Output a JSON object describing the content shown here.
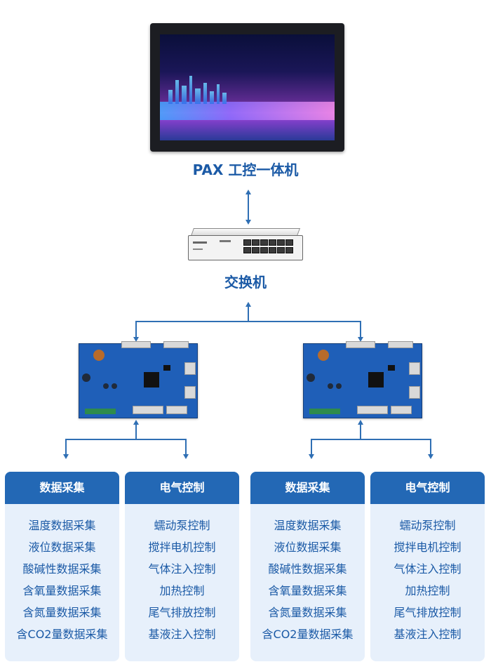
{
  "top_device": {
    "label": "PAX 工控一体机"
  },
  "switch": {
    "label": "交换机"
  },
  "groups": [
    {
      "cards": [
        {
          "title": "数据采集",
          "items": [
            "温度数据采集",
            "液位数据采集",
            "酸碱性数据采集",
            "含氧量数据采集",
            "含氮量数据采集",
            "含CO2量数据采集"
          ]
        },
        {
          "title": "电气控制",
          "items": [
            "蠕动泵控制",
            "搅拌电机控制",
            "气体注入控制",
            "加热控制",
            "尾气排放控制",
            "基液注入控制"
          ]
        }
      ]
    },
    {
      "cards": [
        {
          "title": "数据采集",
          "items": [
            "温度数据采集",
            "液位数据采集",
            "酸碱性数据采集",
            "含氧量数据采集",
            "含氮量数据采集",
            "含CO2量数据采集"
          ]
        },
        {
          "title": "电气控制",
          "items": [
            "蠕动泵控制",
            "搅拌电机控制",
            "气体注入控制",
            "加热控制",
            "尾气排放控制",
            "基液注入控制"
          ]
        }
      ]
    }
  ],
  "colors": {
    "accent": "#2368b5",
    "text": "#1b5aa6",
    "card_bg": "#e7f0fb",
    "line": "#2f6fb4"
  }
}
